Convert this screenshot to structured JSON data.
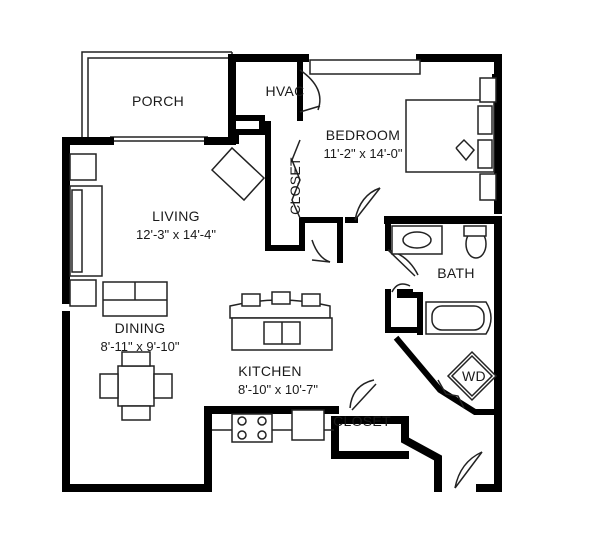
{
  "rooms": {
    "porch": {
      "name": "PORCH"
    },
    "hvac": {
      "name": "HVAC"
    },
    "bedroom": {
      "name": "BEDROOM",
      "dims": "11'-2\" x 14'-0\""
    },
    "closet_bed": {
      "name": "CLOSET"
    },
    "living": {
      "name": "LIVING",
      "dims": "12'-3\" x 14'-4\""
    },
    "bath": {
      "name": "BATH"
    },
    "dining": {
      "name": "DINING",
      "dims": "8'-11\" x 9'-10\""
    },
    "kitchen": {
      "name": "KITCHEN",
      "dims": "8'-10\" x 10'-7\""
    },
    "closet_entry": {
      "name": "CLOSET"
    },
    "wd": {
      "name": "WD"
    }
  }
}
